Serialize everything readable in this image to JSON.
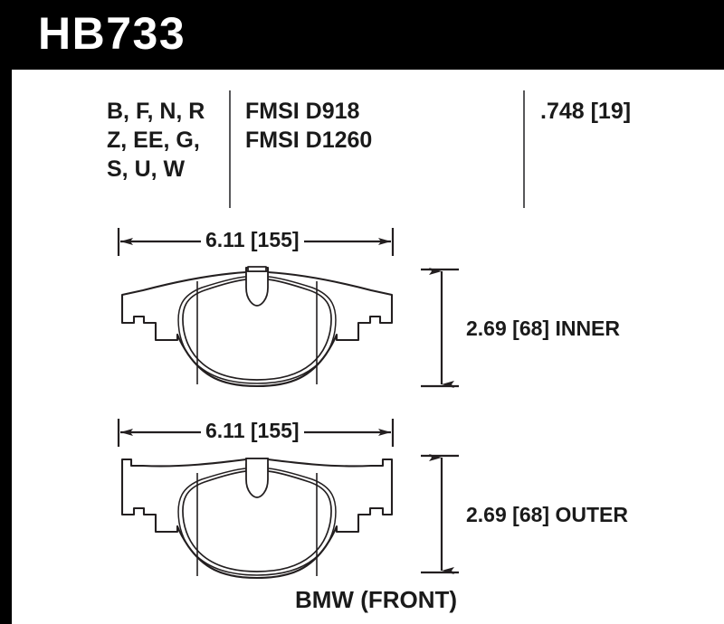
{
  "header": {
    "part_number": "HB733",
    "background_color": "#000000",
    "text_color": "#ffffff"
  },
  "spec_row": {
    "compounds": "B, F, N, R\nZ, EE, G,\nS, U, W",
    "fmsi": "FMSI D918\nFMSI D1260",
    "thickness": ".748 [19]",
    "divider_color": "#58585a"
  },
  "drawing": {
    "line_color": "#231f20",
    "pads": [
      {
        "name": "inner",
        "width_dim": "6.11 [155]",
        "height_dim": "2.69 [68] INNER"
      },
      {
        "name": "outer",
        "width_dim": "6.11 [155]",
        "height_dim": "2.69 [68] OUTER"
      }
    ],
    "vehicle": "BMW (FRONT)"
  }
}
